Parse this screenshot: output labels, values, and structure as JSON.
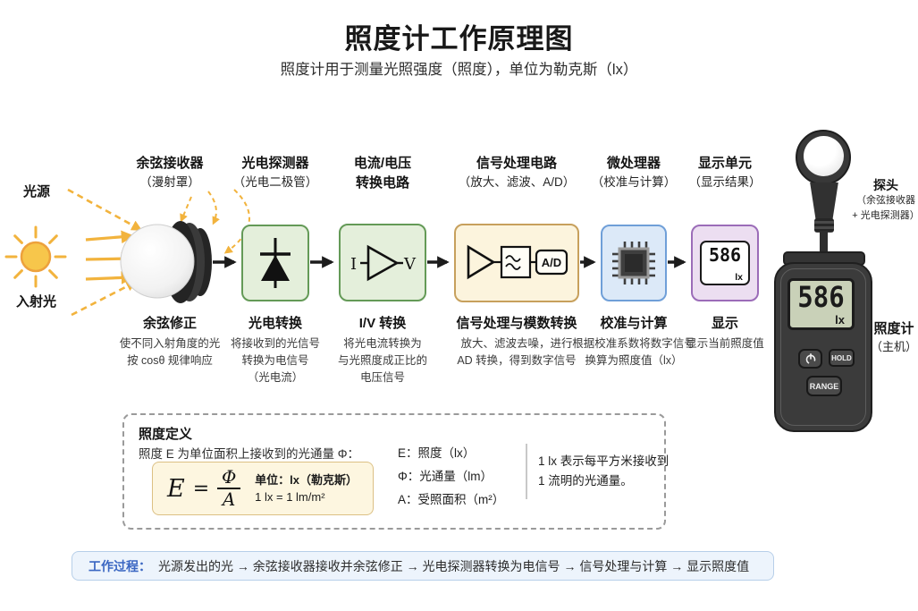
{
  "header": {
    "title": "照度计工作原理图",
    "subtitle": "照度计用于测量光照强度（照度），单位为勒克斯（lx）"
  },
  "light": {
    "source_label": "光源",
    "incident_label": "入射光"
  },
  "stages": [
    {
      "top1": "余弦接收器",
      "top2": "（漫射罩）",
      "name": "余弦修正",
      "desc1": "使不同入射角度的光",
      "desc2": "按 cosθ 规律响应",
      "desc3": ""
    },
    {
      "top1": "光电探测器",
      "top2": "（光电二极管）",
      "name": "光电转换",
      "desc1": "将接收到的光信号",
      "desc2": "转换为电信号",
      "desc3": "（光电流）"
    },
    {
      "top1": "电流/电压",
      "top2": "转换电路",
      "name": "I/V 转换",
      "desc1": "将光电流转换为",
      "desc2": "与光照度成正比的",
      "desc3": "电压信号"
    },
    {
      "top1": "信号处理电路",
      "top2": "（放大、滤波、A/D）",
      "name": "信号处理与模数转换",
      "desc1": "放大、滤波去噪，进行",
      "desc2": "AD 转换，得到数字信号",
      "desc3": ""
    },
    {
      "top1": "微处理器",
      "top2": "（校准与计算）",
      "name": "校准与计算",
      "desc1": "根据校准系数将数字信号",
      "desc2": "换算为照度值（lx）",
      "desc3": ""
    },
    {
      "top1": "显示单元",
      "top2": "（显示结果）",
      "name": "显示",
      "desc1": "显示当前照度值",
      "desc2": "",
      "desc3": ""
    }
  ],
  "icons": {
    "iv_input": "I",
    "iv_output": "V",
    "ad_box": "A/D"
  },
  "display_box": {
    "value": "586",
    "unit": "lx"
  },
  "device": {
    "probe_title": "探头",
    "probe_sub1": "（余弦接收器",
    "probe_sub2": "+ 光电探测器）",
    "host_title": "照度计",
    "host_sub": "（主机）",
    "lcd_value": "586",
    "lcd_unit": "lx",
    "hold": "HOLD",
    "range": "RANGE"
  },
  "definition": {
    "title": "照度定义",
    "intro": "照度 E 为单位面积上接收到的光通量 Φ：",
    "E": "E",
    "eq": "=",
    "phi": "Φ",
    "A": "A",
    "unit1": "单位：lx（勒克斯）",
    "unit2": "1 lx = 1 lm/m²",
    "legend1": "E：照度（lx）",
    "legend2": "Φ：光通量（lm）",
    "legend3": "A：受照面积（m²）",
    "note1": "1 lx 表示每平方米接收到",
    "note2": "1 流明的光通量。"
  },
  "process": {
    "label": "工作过程：",
    "text": "光源发出的光 → 余弦接收器接收并余弦修正 → 光电探测器转换为电信号 → 信号处理与计算 → 显示照度值"
  },
  "colors": {
    "green_bg": "#e4efdb",
    "green_border": "#649a57",
    "yellow_bg": "#fcf4dd",
    "yellow_border": "#c7a05c",
    "blue_bg": "#dce9f8",
    "blue_border": "#6f9fd8",
    "purple_bg": "#ecdef1",
    "purple_border": "#9b6cb8",
    "accent_blue": "#3a66c2",
    "sun_yellow": "#f7c64b"
  }
}
